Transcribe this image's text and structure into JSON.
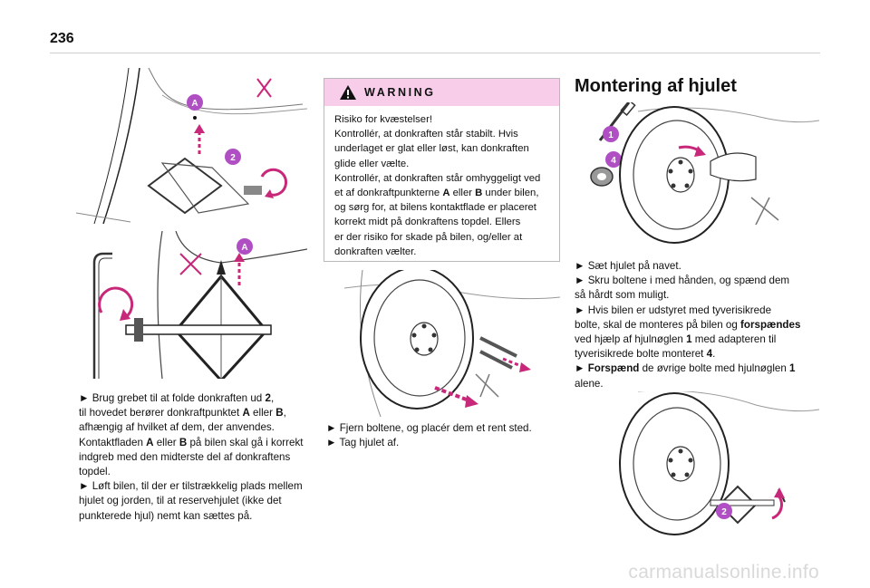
{
  "page_number": "236",
  "col1": {
    "p1_parts": [
      "► Brug grebet til at folde donkraften ud ",
      "2",
      ",",
      "til hovedet berører donkraftpunktet ",
      "A",
      " eller ",
      "B",
      ",",
      "afhængig af hvilket af dem, der anvendes.",
      "Kontaktfladen ",
      "A",
      " eller ",
      "B",
      " på bilen skal gå i korrekt",
      "indgreb med den midterste del af donkraftens",
      "topdel."
    ],
    "p2_lines": [
      "► Løft bilen, til der er tilstrækkelig plads mellem",
      "hjulet og jorden, til at reservehjulet (ikke det",
      "punkterede hjul) nemt kan sættes på."
    ],
    "fig1_labels": [
      "A",
      "2"
    ],
    "fig2_labels": [
      "A"
    ]
  },
  "warning": {
    "title": "WARNING",
    "icon": "warning-triangle-icon",
    "lines": [
      "Risiko for kvæstelser!",
      "Kontrollér, at donkraften står stabilt. Hvis",
      "underlaget er glat eller løst, kan donkraften",
      "glide eller vælte.",
      "Kontrollér, at donkraften står omhyggeligt ved"
    ],
    "line6_parts": [
      "et af donkraftpunkterne ",
      "A",
      " eller ",
      "B",
      " under bilen,"
    ],
    "more_lines": [
      "og sørg for, at bilens kontaktflade er placeret",
      "korrekt midt på donkraftens topdel. Ellers",
      "er der risiko for skade på bilen, og/eller at",
      "donkraften vælter."
    ]
  },
  "col2": {
    "lines": [
      "► Fjern boltene, og placér dem et rent sted.",
      "► Tag hjulet af."
    ]
  },
  "col3": {
    "heading": "Montering af hjulet",
    "fig_labels": [
      "1",
      "4"
    ],
    "l1": "► Sæt hjulet på navet.",
    "l2": "► Skru boltene i med hånden, og spænd dem",
    "l3": "så hårdt som muligt.",
    "l4": "► Hvis bilen er udstyret med tyverisikrede",
    "l5a": "bolte, skal de monteres på bilen og ",
    "l5b": "forspændes",
    "l6a": "ved hjælp af hjulnøglen ",
    "l6b": "1",
    "l6c": " med adapteren til",
    "l7a": "tyverisikrede bolte monteret ",
    "l7b": "4",
    "l7c": ".",
    "l8a": "► ",
    "l8b": "Forspænd",
    "l8c": " de øvrige bolte med hjulnøglen ",
    "l8d": "1",
    "l9": "alene.",
    "fig2_labels": [
      "2"
    ]
  },
  "watermark": "carmanualsonline.info",
  "colors": {
    "accent_magenta": "#c8287a",
    "warning_bg": "#f8cdea",
    "label_purple": "#b04fc4"
  }
}
